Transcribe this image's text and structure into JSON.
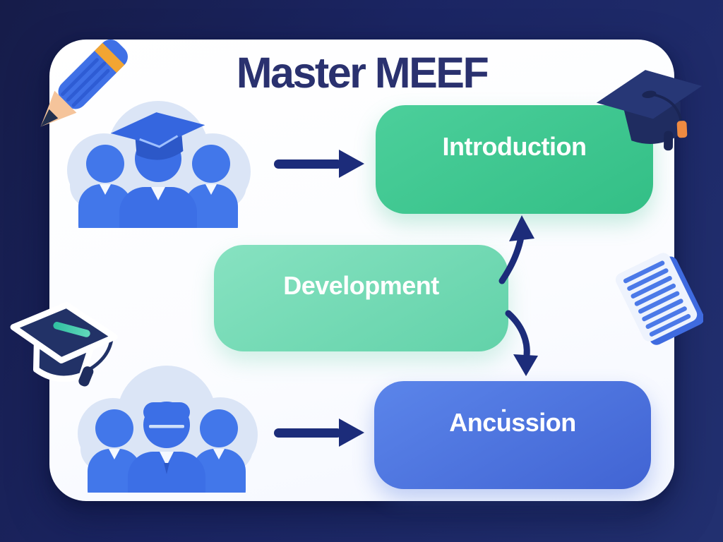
{
  "title": "Master MEEF",
  "flow": {
    "nodes": [
      {
        "id": "introduction",
        "label": "Introduction",
        "fill_start": "#4ccf9b",
        "fill_end": "#33bf86",
        "text_color": "#ffffff"
      },
      {
        "id": "development",
        "label": "Development",
        "fill_start": "#87e2c1",
        "fill_end": "#62d2a9",
        "text_color": "#ffffff"
      },
      {
        "id": "conclusion",
        "label": "Ancu̇ssion",
        "fill_start": "#5b85ea",
        "fill_end": "#4164d3",
        "text_color": "#ffffff"
      }
    ],
    "edges": [
      {
        "from": "students-group-top",
        "to": "introduction",
        "style": "straight-right-arrow"
      },
      {
        "from": "development",
        "to": "introduction",
        "style": "curved-up-arrow"
      },
      {
        "from": "development",
        "to": "conclusion",
        "style": "curved-down-arrow"
      },
      {
        "from": "students-group-bottom",
        "to": "conclusion",
        "style": "straight-right-arrow"
      }
    ]
  },
  "icons": [
    {
      "name": "pencil-icon",
      "position": "top-left-corner"
    },
    {
      "name": "students-cloud-graduate-icon",
      "position": "upper-left"
    },
    {
      "name": "graduation-cap-icon",
      "position": "top-right-corner"
    },
    {
      "name": "graduation-cap-outline-icon",
      "position": "middle-left"
    },
    {
      "name": "notepad-icon",
      "position": "middle-right"
    },
    {
      "name": "students-cloud-teacher-icon",
      "position": "lower-left"
    }
  ],
  "colors": {
    "background_navy": "#1b2563",
    "card_white": "#fcfdff",
    "title_navy": "#2a316f",
    "arrow_navy": "#1c2c7a",
    "node_text_white": "#ffffff",
    "people_blue": "#4277ea",
    "cloud_light_blue": "#dbe5f6",
    "cap_navy": "#243371",
    "pencil_blue": "#3f70e6",
    "pencil_band_orange": "#f2a532",
    "tassel_orange": "#ef8a41",
    "cap_teal_accent": "#3ac2a2",
    "notepad_line_blue": "#4b79e8"
  }
}
